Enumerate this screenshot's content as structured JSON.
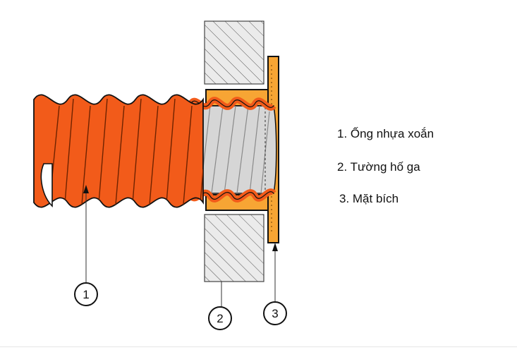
{
  "legend": [
    {
      "number": "1",
      "text": "1. Ống nhựa xoắn"
    },
    {
      "number": "2",
      "text": "2. Tường hố ga"
    },
    {
      "number": "3",
      "text": "3. Mặt bích"
    }
  ],
  "callouts": [
    "1",
    "2",
    "3"
  ],
  "colors": {
    "pipe_orange": "#f25b1a",
    "flange_orange": "#f7a534",
    "pipe_interior": "#d6d6d6",
    "wall_fill": "#ebebeb",
    "outline": "#111111"
  }
}
